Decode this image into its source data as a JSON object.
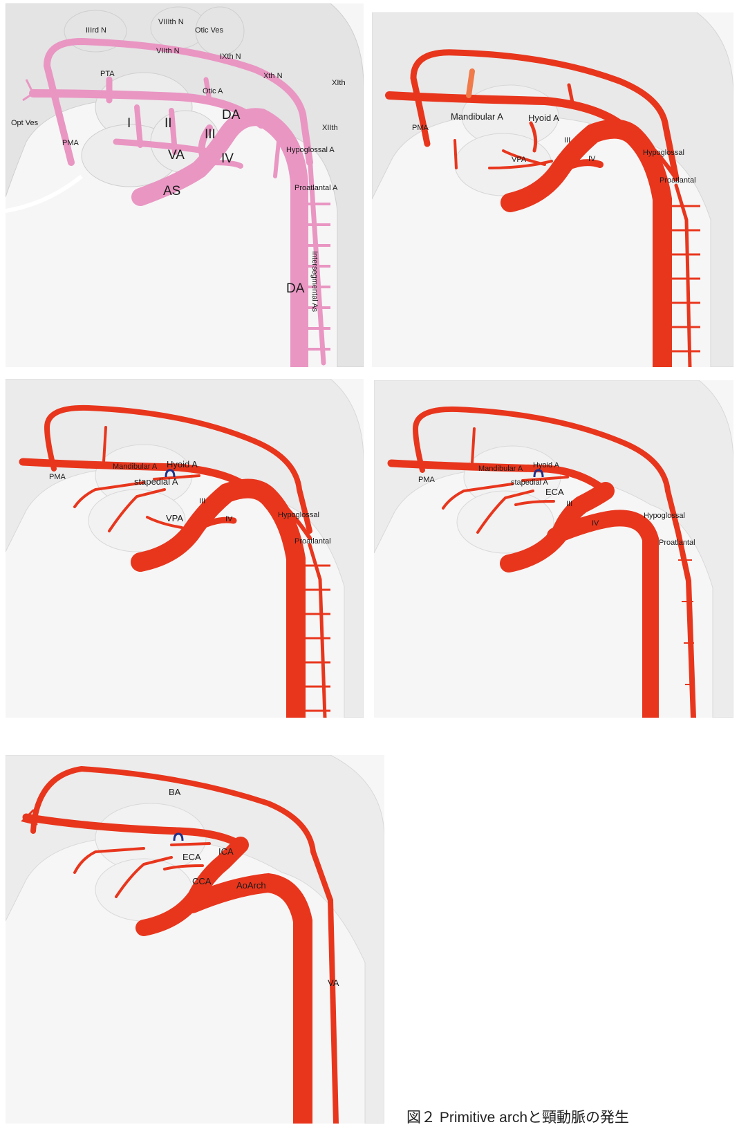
{
  "colors": {
    "background": "#f6f6f6",
    "tissue": "#e6e6e6",
    "pink_vessel": "#e996c3",
    "red_vessel": "#e8361d",
    "remnant_marker": "#1f2f8a"
  },
  "panel1": {
    "labels": {
      "IIIrd_N": "IIIrd N",
      "VIIIth_N": "VIIIth N",
      "Otic_Ves": "Otic Ves",
      "VIIth_N": "VIIth N",
      "IXth_N": "IXth N",
      "Xth_N": "Xth N",
      "XIth": "XIth",
      "PTA": "PTA",
      "Otic_A": "Otic A",
      "Opt_Ves": "Opt Ves",
      "I": "I",
      "II": "II",
      "DA_top": "DA",
      "III": "III",
      "XIIth": "XIIth",
      "PMA": "PMA",
      "VA": "VA",
      "IV": "IV",
      "Hypoglossal_A": "Hypoglossal A",
      "AS": "AS",
      "Proatlantal_A": "Proatlantal A",
      "Intersegmental_As": "Intersegmental As",
      "DA_bottom": "DA"
    }
  },
  "panel2": {
    "labels": {
      "Mandibular_A": "Mandibular A",
      "Hyoid_A": "Hyoid A",
      "PMA": "PMA",
      "III": "III",
      "VPA": "VPA",
      "IV": "IV",
      "Hypoglossal": "Hypoglossal",
      "Proatlantal": "Proatlantal"
    }
  },
  "panel3": {
    "labels": {
      "Mandibular_A": "Mandibular A",
      "Hyoid_A": "Hyoid A",
      "PMA": "PMA",
      "stapedial_A": "stapedial A",
      "III": "III",
      "VPA": "VPA",
      "IV": "IV",
      "Hypoglossal": "Hypoglossal",
      "Proatlantal": "Proatlantal"
    }
  },
  "panel4": {
    "labels": {
      "Mandibular_A": "Mandibular A",
      "Hyoid_A": "Hyoid A",
      "PMA": "PMA",
      "stapedial_A": "stapedial A",
      "ECA": "ECA",
      "III": "III",
      "IV": "IV",
      "Hypoglossal": "Hypoglossal",
      "Proatlantal": "Proatlantal"
    }
  },
  "panel5": {
    "labels": {
      "BA": "BA",
      "ICA": "ICA",
      "ECA": "ECA",
      "CCA": "CCA",
      "AoArch": "AoArch",
      "VA": "VA"
    }
  },
  "caption": "図２ Primitive archと頸動脈の発生"
}
